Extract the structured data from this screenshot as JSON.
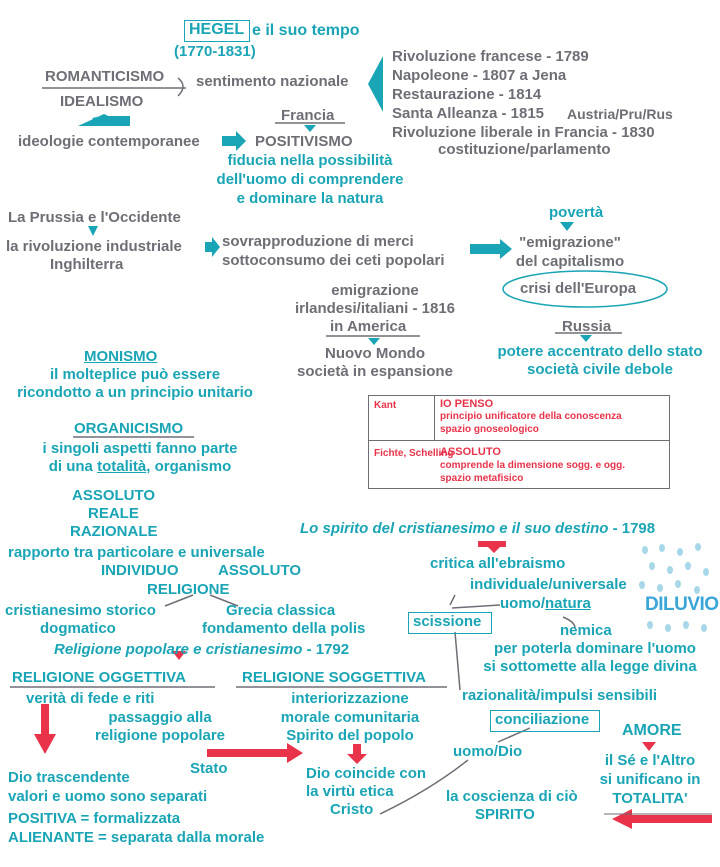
{
  "header": {
    "hegel": "HEGEL",
    "tempo": "e il suo tempo",
    "dates": "(1770-1831)"
  },
  "left_top": {
    "romanticismo": "ROMANTICISMO",
    "idealismo": "IDEALISMO",
    "sentimento": "sentimento nazionale",
    "ideologie": "ideologie contemporanee",
    "francia": "Francia",
    "positivismo": "POSITIVISMO",
    "fiducia": [
      "fiducia nella possibilità",
      "dell'uomo di comprendere",
      "e dominare la natura"
    ]
  },
  "history": {
    "items": [
      "Rivoluzione francese - 1789",
      "Napoleone -  1807 a Jena",
      "Restaurazione - 1814",
      "Santa Alleanza - 1815",
      "Rivoluzione liberale in Francia - 1830",
      "costituzione/parlamento"
    ],
    "alliance": "Austria/Pru/Rus"
  },
  "industry": {
    "prussia": "La Prussia e l'Occidente",
    "rivoluzione": "la rivoluzione industriale",
    "inghilterra": "Inghilterra",
    "sovrapp": "sovrapproduzione di merci",
    "sottocons": "sottoconsumo dei ceti popolari",
    "poverta": "povertà",
    "emigrazione_cap": [
      "\"emigrazione\"",
      "del capitalismo"
    ],
    "crisi": "crisi dell'Europa",
    "emig_lines": [
      "emigrazione",
      "irlandesi/italiani - 1816"
    ],
    "in": "in ",
    "america": "America",
    "nuovo_mondo": [
      "Nuovo Mondo",
      "società in espansione"
    ],
    "russia": "Russia",
    "potere": [
      "potere accentrato dello stato",
      "società civile debole"
    ]
  },
  "monismo": {
    "title": "MONISMO",
    "lines": [
      "il molteplice può essere",
      "ricondotto a un principio unitario"
    ]
  },
  "organicismo": {
    "title": "ORGANICISMO",
    "line1": "i singoli aspetti fanno parte",
    "pre": "di una ",
    "totalita": "totalità",
    "post": ", organismo",
    "assoluto": "ASSOLUTO",
    "reale": "REALE",
    "razionale": "RAZIONALE",
    "rapporto": "rapporto tra particolare e universale",
    "individuo": "INDIVIDUO",
    "assoluto2": "ASSOLUTO",
    "religione": "RELIGIONE",
    "crist_storico": "cristianesimo storico",
    "dogmatico": "dogmatico",
    "grecia": "Grecia classica",
    "polis": "fondamento della polis"
  },
  "kant_table": {
    "rows": [
      {
        "name": "Kant",
        "title": "IO PENSO",
        "lines": [
          "principio unificatore della conoscenza",
          "spazio gnoseologico"
        ]
      },
      {
        "name": "Fichte, Schelling",
        "title": "ASSOLUTO",
        "lines": [
          "comprende la dimensione sogg. e ogg.",
          "spazio metafisico"
        ]
      }
    ]
  },
  "religione_popolare": {
    "title": "Religione popolare e cristianesimo",
    "year": " - 1792",
    "oggettiva": "RELIGIONE OGGETTIVA",
    "ogg_lines": [
      "verità di fede e riti"
    ],
    "passaggio": [
      "passaggio alla",
      "religione popolare"
    ],
    "soggettiva": "RELIGIONE SOGGETTIVA",
    "sogg_lines": [
      "interiorizzazione",
      "morale comunitaria",
      "Spirito del popolo"
    ],
    "stato": "Stato",
    "dio_trasc": [
      "Dio trascendente",
      "valori e uomo sono separati"
    ],
    "positiva": "POSITIVA = formalizzata",
    "alienante": "ALIENANTE = separata dalla morale",
    "dio_coincide": [
      "Dio coincide con",
      "la virtù etica",
      "Cristo"
    ]
  },
  "spirito": {
    "title": "Lo spirito del cristianesimo e il suo destino",
    "year": " - 1798",
    "critica": "critica all'ebraismo",
    "indiv": "individuale/universale",
    "uomo": "uomo/",
    "natura": "natura",
    "nemica": "nemica",
    "scissione": "scissione",
    "dominare": [
      "per poterla dominare l'uomo",
      "si sottomette alla legge divina"
    ],
    "razionalita": "razionalità/impulsi sensibili",
    "conciliazione": "conciliazione",
    "uomo_dio": "uomo/Dio",
    "amore": "AMORE",
    "amore_lines": [
      "il Sé e l'Altro",
      "si unificano in",
      "TOTALITA'"
    ],
    "coscienza": "la coscienza di ciò",
    "spirito": "SPIRITO",
    "diluvio": "DILUVIO"
  },
  "colors": {
    "teal": "#19a5b5",
    "grey": "#6e6e76",
    "red": "#e8334a"
  }
}
